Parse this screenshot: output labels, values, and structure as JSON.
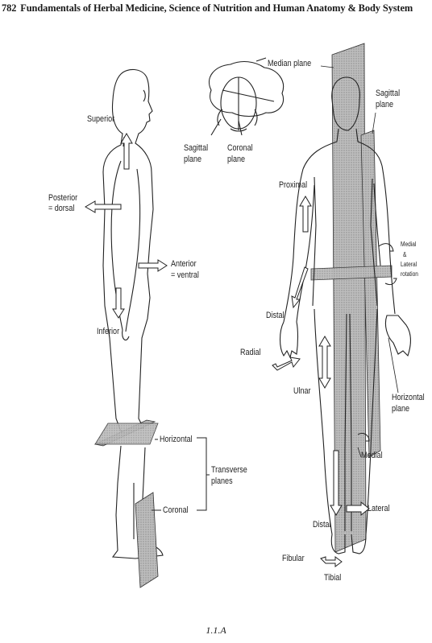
{
  "header": {
    "page_number": "782",
    "title": "Fundamentals of Herbal Medicine, Science of Nutrition and Human Anatomy & Body System"
  },
  "left_figure": {
    "superior": "Superior",
    "posterior": "Posterior",
    "dorsal": "= dorsal",
    "anterior": "Anterior",
    "ventral": "= ventral",
    "inferior": "Inferior",
    "horizontal": "Horizontal",
    "transverse_1": "Transverse",
    "transverse_2": "planes",
    "coronal": "Coronal"
  },
  "head_figure": {
    "median_plane": "Median plane",
    "sagittal_1": "Sagittal",
    "sagittal_2": "plane",
    "coronal_1": "Coronal",
    "coronal_2": "plane"
  },
  "right_figure": {
    "sagittal_1": "Sagittal",
    "sagittal_2": "plane",
    "proximal": "Proximal",
    "medial_rot_1": "Medial",
    "medial_rot_2": "&",
    "medial_rot_3": "Lateral",
    "medial_rot_4": "rotation",
    "distal_arm": "Distal",
    "radial": "Radial",
    "ulnar": "Ulnar",
    "horizontal_1": "Horizontal",
    "horizontal_2": "plane",
    "medial": "Medial",
    "lateral": "Lateral",
    "distal_leg": "Distal",
    "fibular": "Fibular",
    "tibial": "Tibial"
  },
  "caption": "1.1.A"
}
